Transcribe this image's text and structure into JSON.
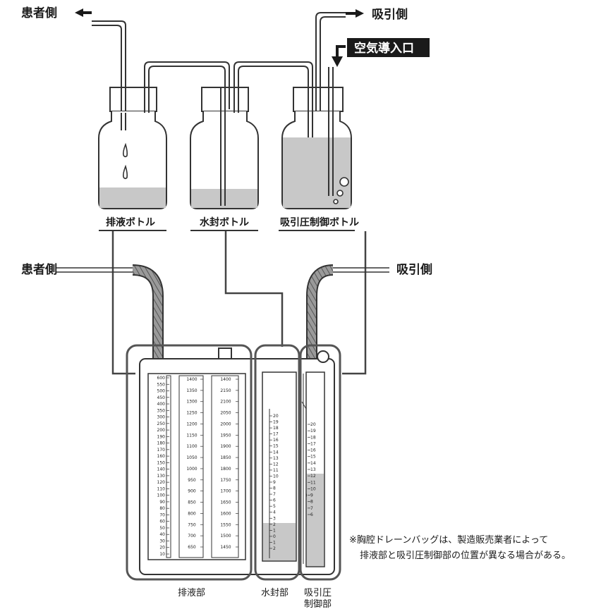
{
  "top": {
    "patient_side": "患者側",
    "suction_side": "吸引側",
    "air_inlet": "空気導入口",
    "bottles": {
      "drainage": "排液ボトル",
      "water_seal": "水封ボトル",
      "suction_control": "吸引圧制御ボトル"
    }
  },
  "middle": {
    "patient_side": "患者側",
    "suction_side": "吸引側"
  },
  "bottom": {
    "drainage": "排液部",
    "water_seal": "水封部",
    "suction_line1": "吸引圧",
    "suction_line2": "制御部"
  },
  "note": {
    "line1": "※胸腔ドレーンバッグは、製造販売業者によって",
    "line2": "排液部と吸引圧制御部の位置が異なる場合がある。"
  },
  "scales": {
    "drain_col1": [
      "600",
      "550",
      "500",
      "450",
      "400",
      "350",
      "300",
      "250",
      "200",
      "190",
      "180",
      "170",
      "160",
      "150",
      "140",
      "130",
      "120",
      "110",
      "100",
      "90",
      "80",
      "70",
      "60",
      "50",
      "40",
      "30",
      "20",
      "10"
    ],
    "drain_col2": [
      "1400",
      "1350",
      "1300",
      "1250",
      "1200",
      "1150",
      "1100",
      "1050",
      "1000",
      "950",
      "900",
      "850",
      "800",
      "750",
      "700",
      "650"
    ],
    "drain_col3": [
      "1400",
      "2150",
      "2100",
      "2050",
      "2000",
      "1950",
      "1900",
      "1850",
      "1800",
      "1750",
      "1700",
      "1650",
      "1600",
      "1550",
      "1500",
      "1450"
    ],
    "water_seal": [
      "20",
      "19",
      "18",
      "17",
      "16",
      "15",
      "14",
      "13",
      "12",
      "11",
      "10",
      "9",
      "8",
      "7",
      "6",
      "5",
      "4",
      "3",
      "2",
      "1",
      "0",
      "1",
      "2"
    ],
    "suction": [
      "20",
      "19",
      "18",
      "17",
      "16",
      "15",
      "14",
      "13",
      "12",
      "11",
      "10",
      "9",
      "8",
      "7",
      "6"
    ]
  },
  "colors": {
    "fluid": "#c8c8c8",
    "line": "#3a3a3a",
    "frame": "#555555",
    "label_bg": "#1a1a1a"
  }
}
